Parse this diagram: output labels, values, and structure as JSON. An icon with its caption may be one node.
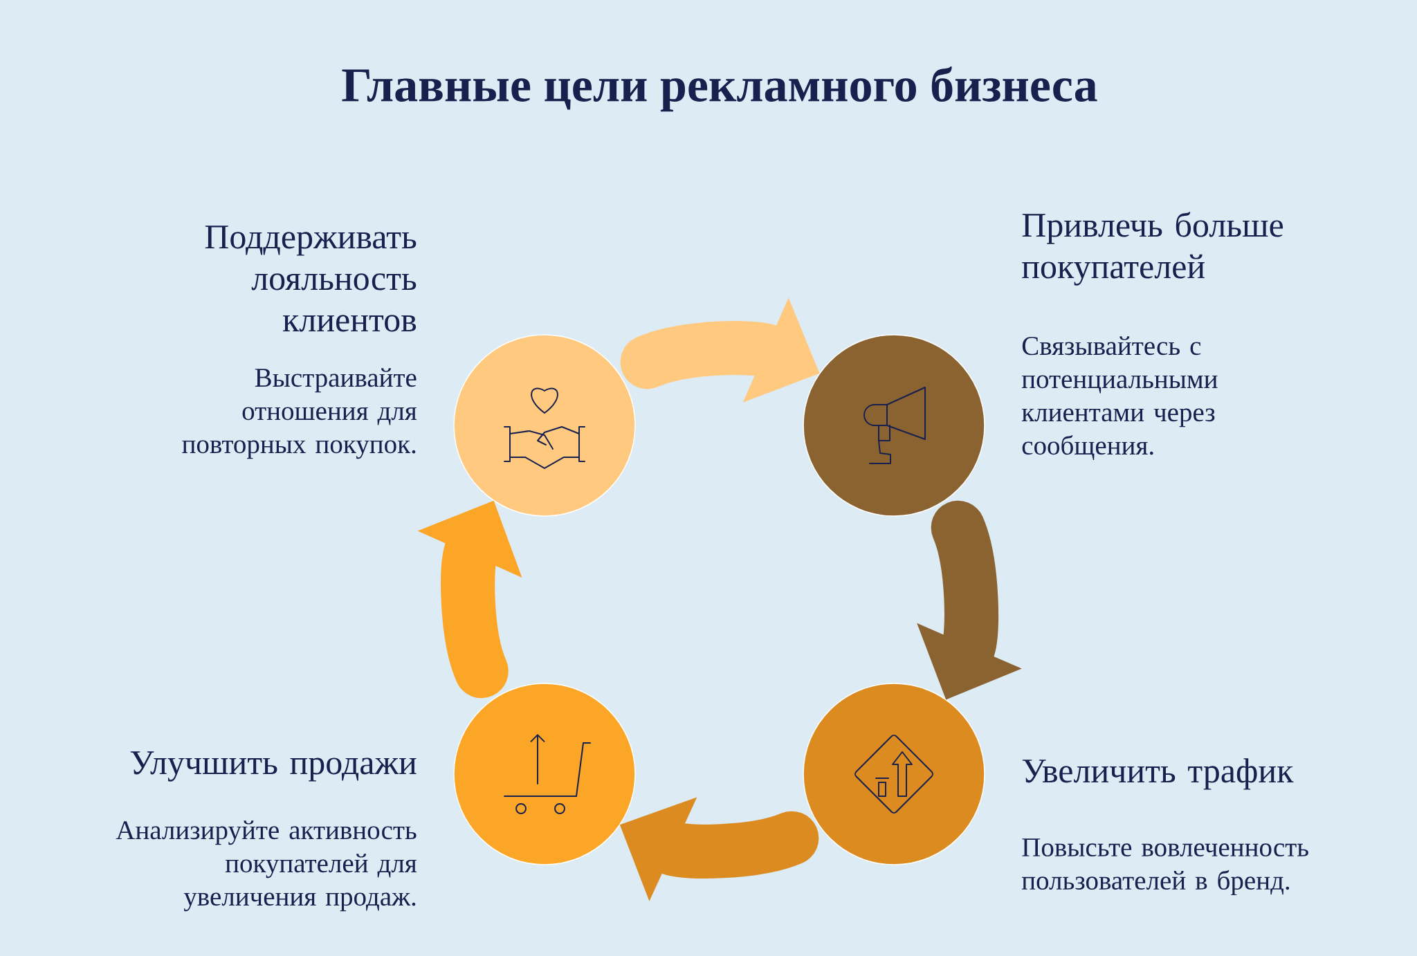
{
  "diagram": {
    "title": "Главные цели рекламного бизнеса",
    "nodes": [
      {
        "text": [],
        "shape": "circle",
        "beside": [
          "Поддерживать лояльность клиентов",
          "Выстраивайте отношения для повторных покупок."
        ]
      },
      {
        "text": [],
        "shape": "circle",
        "beside": [
          "Привлечь больше покупателей",
          "Связывайтесь с потенциальными клиентами через сообщения."
        ]
      },
      {
        "text": [],
        "shape": "circle",
        "beside": [
          "Улучшить продажи",
          "Анализируйте активность покупателей для увеличения продаж."
        ]
      },
      {
        "text": [],
        "shape": "circle",
        "beside": [
          "Увеличить трафик",
          "Повысьте вовлеченность пользователей в бренд."
        ]
      }
    ],
    "edges": [
      {
        "from": 0,
        "to": 1,
        "arrow": "to",
        "color": "#ffc980"
      },
      {
        "from": 1,
        "to": 3,
        "arrow": "to",
        "color": "#8a6331"
      },
      {
        "from": 3,
        "to": 2,
        "arrow": "to",
        "color": "#db8b20"
      },
      {
        "from": 2,
        "to": 0,
        "arrow": "to",
        "color": "#fca628"
      }
    ]
  }
}
